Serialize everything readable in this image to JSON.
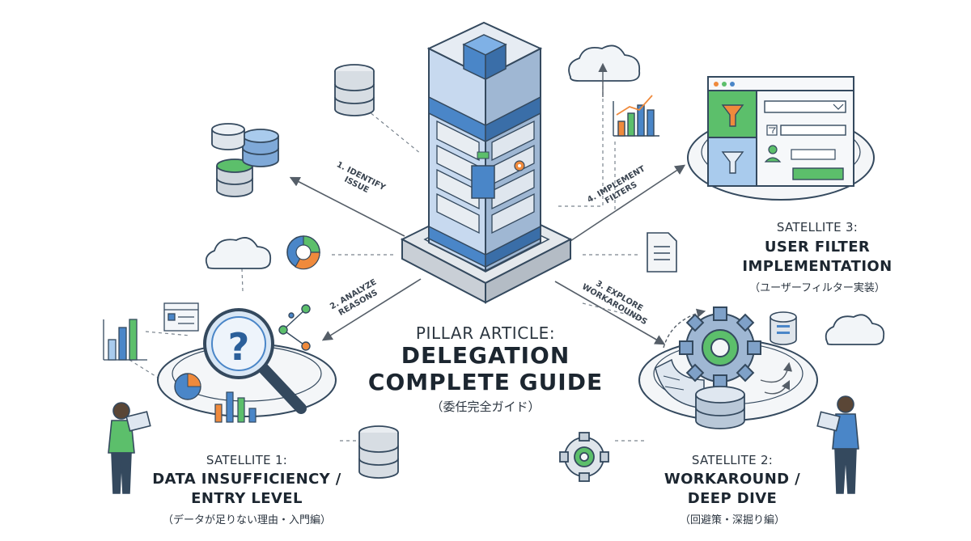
{
  "pillar": {
    "title_line1": "PILLAR ARTICLE:",
    "title_line2": "DELEGATION",
    "title_line3": "COMPLETE GUIDE",
    "subtitle": "（委任完全ガイド）"
  },
  "satellites": [
    {
      "label": "SATELLITE 1:",
      "title_line1": "DATA INSUFFICIENCY /",
      "title_line2": "ENTRY LEVEL",
      "subtitle": "（データが足りない理由・入門編）"
    },
    {
      "label": "SATELLITE 2:",
      "title_line1": "WORKAROUND /",
      "title_line2": "DEEP DIVE",
      "subtitle": "（回避策・深掘り編）"
    },
    {
      "label": "SATELLITE 3:",
      "title_line1": "USER FILTER",
      "title_line2": "IMPLEMENTATION",
      "subtitle": "（ユーザーフィルター実装）"
    }
  ],
  "steps": [
    {
      "label": "1. IDENTIFY\nISSUE"
    },
    {
      "label": "2. ANALYZE\nREASONS"
    },
    {
      "label": "3. EXPLORE\nWORKAROUNDS"
    },
    {
      "label": "4. IMPLEMENT\nFILTERS"
    }
  ],
  "colors": {
    "accent_blue": "#4a86c8",
    "light_blue": "#a9cbed",
    "accent_green": "#5cbf6b",
    "accent_orange": "#ef8a3c",
    "outline": "#34495e"
  }
}
